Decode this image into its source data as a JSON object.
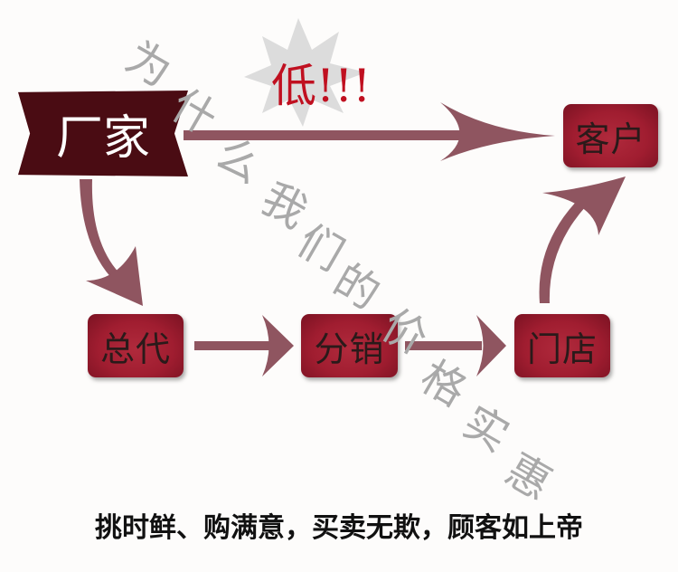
{
  "nodes": {
    "factory": "厂家",
    "customer": "客户",
    "general_agent": "总代",
    "distributor": "分销",
    "store": "门店"
  },
  "direct_label": "低!!!",
  "watermark_chars": [
    "为",
    "什",
    "么",
    "我",
    "们",
    "的",
    "价",
    "格",
    "实",
    "惠"
  ],
  "slogan": "挑时鲜、购满意，买卖无欺，顾客如上帝",
  "colors": {
    "arrow": "#8f5560",
    "node": "#a01d30",
    "factory": "#4a0c13",
    "watermark": "#a9a9a9",
    "low": "#c01020"
  }
}
